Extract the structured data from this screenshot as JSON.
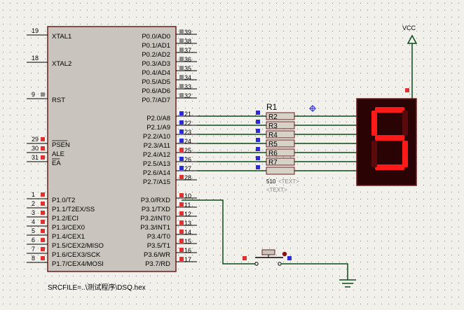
{
  "colors": {
    "background": "#f2f0eb",
    "grid_dot": "#7a7a7a",
    "chip_fill": "#c9c5be",
    "chip_border": "#6b1e1e",
    "wire": "#0a4a1a",
    "pin_text": "#000000",
    "pin_marker_red": "#e03030",
    "pin_marker_blue": "#2a2ad8",
    "pin_marker_gray": "#8a8a8a",
    "display_bg": "#2a0404",
    "display_frame": "#3a0808",
    "segment_on": "#ff1a1a",
    "segment_off": "#5a0a0a",
    "resistor_fill": "#d6d2c8",
    "dim_text": "#8a8a8a"
  },
  "chip": {
    "left_pins": [
      {
        "num": "19",
        "label": "XTAL1",
        "marker": "none"
      },
      {
        "num": "18",
        "label": "XTAL2",
        "marker": "none"
      },
      {
        "num": "9",
        "label": "RST",
        "marker": "gray"
      },
      {
        "num": "29",
        "label": "PSEN",
        "marker": "red",
        "overline": true
      },
      {
        "num": "30",
        "label": "ALE",
        "marker": "red"
      },
      {
        "num": "31",
        "label": "EA",
        "marker": "red",
        "overline": true
      },
      {
        "num": "1",
        "label": "P1.0/T2",
        "marker": "red"
      },
      {
        "num": "2",
        "label": "P1.1/T2EX/SS",
        "marker": "red"
      },
      {
        "num": "3",
        "label": "P1.2/ECI",
        "marker": "red"
      },
      {
        "num": "4",
        "label": "P1.3/CEX0",
        "marker": "red"
      },
      {
        "num": "5",
        "label": "P1.4/CEX1",
        "marker": "red"
      },
      {
        "num": "6",
        "label": "P1.5/CEX2/MISO",
        "marker": "red"
      },
      {
        "num": "7",
        "label": "P1.6/CEX3/SCK",
        "marker": "red"
      },
      {
        "num": "8",
        "label": "P1.7/CEX4/MOSI",
        "marker": "red"
      }
    ],
    "right_pins": [
      {
        "num": "39",
        "label": "P0.0/AD0",
        "marker": "gray"
      },
      {
        "num": "38",
        "label": "P0.1/AD1",
        "marker": "gray"
      },
      {
        "num": "37",
        "label": "P0.2/AD2",
        "marker": "gray"
      },
      {
        "num": "36",
        "label": "P0.3/AD3",
        "marker": "gray"
      },
      {
        "num": "35",
        "label": "P0.4/AD4",
        "marker": "gray"
      },
      {
        "num": "34",
        "label": "P0.5/AD5",
        "marker": "gray"
      },
      {
        "num": "33",
        "label": "P0.6/AD6",
        "marker": "gray"
      },
      {
        "num": "32",
        "label": "P0.7/AD7",
        "marker": "gray"
      },
      {
        "num": "21",
        "label": "P2.0/A8",
        "marker": "blue"
      },
      {
        "num": "22",
        "label": "P2.1/A9",
        "marker": "blue"
      },
      {
        "num": "23",
        "label": "P2.2/A10",
        "marker": "blue"
      },
      {
        "num": "24",
        "label": "P2.3/A11",
        "marker": "blue"
      },
      {
        "num": "25",
        "label": "P2.4/A12",
        "marker": "red"
      },
      {
        "num": "26",
        "label": "P2.5/A13",
        "marker": "blue"
      },
      {
        "num": "27",
        "label": "P2.6/A14",
        "marker": "blue"
      },
      {
        "num": "28",
        "label": "P2.7/A15",
        "marker": "red"
      },
      {
        "num": "10",
        "label": "P3.0/RXD",
        "marker": "red"
      },
      {
        "num": "11",
        "label": "P3.1/TXD",
        "marker": "red"
      },
      {
        "num": "12",
        "label": "P3.2/INT0",
        "marker": "red"
      },
      {
        "num": "13",
        "label": "P3.3/INT1",
        "marker": "red"
      },
      {
        "num": "14",
        "label": "P3.4/T0",
        "marker": "red"
      },
      {
        "num": "15",
        "label": "P3.5/T1",
        "marker": "red"
      },
      {
        "num": "16",
        "label": "P3.6/WR",
        "marker": "red"
      },
      {
        "num": "17",
        "label": "P3.7/RD",
        "marker": "red"
      }
    ],
    "srcfile": "SRCFILE=..\\测试程序\\DSQ.hex"
  },
  "resistor_pack": {
    "title": "R1",
    "rows": [
      "R2",
      "R3",
      "R4",
      "R5",
      "R6",
      "R7"
    ],
    "value": "510",
    "text_small": "<TEXT>",
    "ext_label": "<TEXT>"
  },
  "power": {
    "label": "VCC"
  },
  "display": {
    "digit": "5",
    "segments": {
      "a": true,
      "b": false,
      "c": true,
      "d": true,
      "e": false,
      "f": true,
      "g": true
    }
  }
}
